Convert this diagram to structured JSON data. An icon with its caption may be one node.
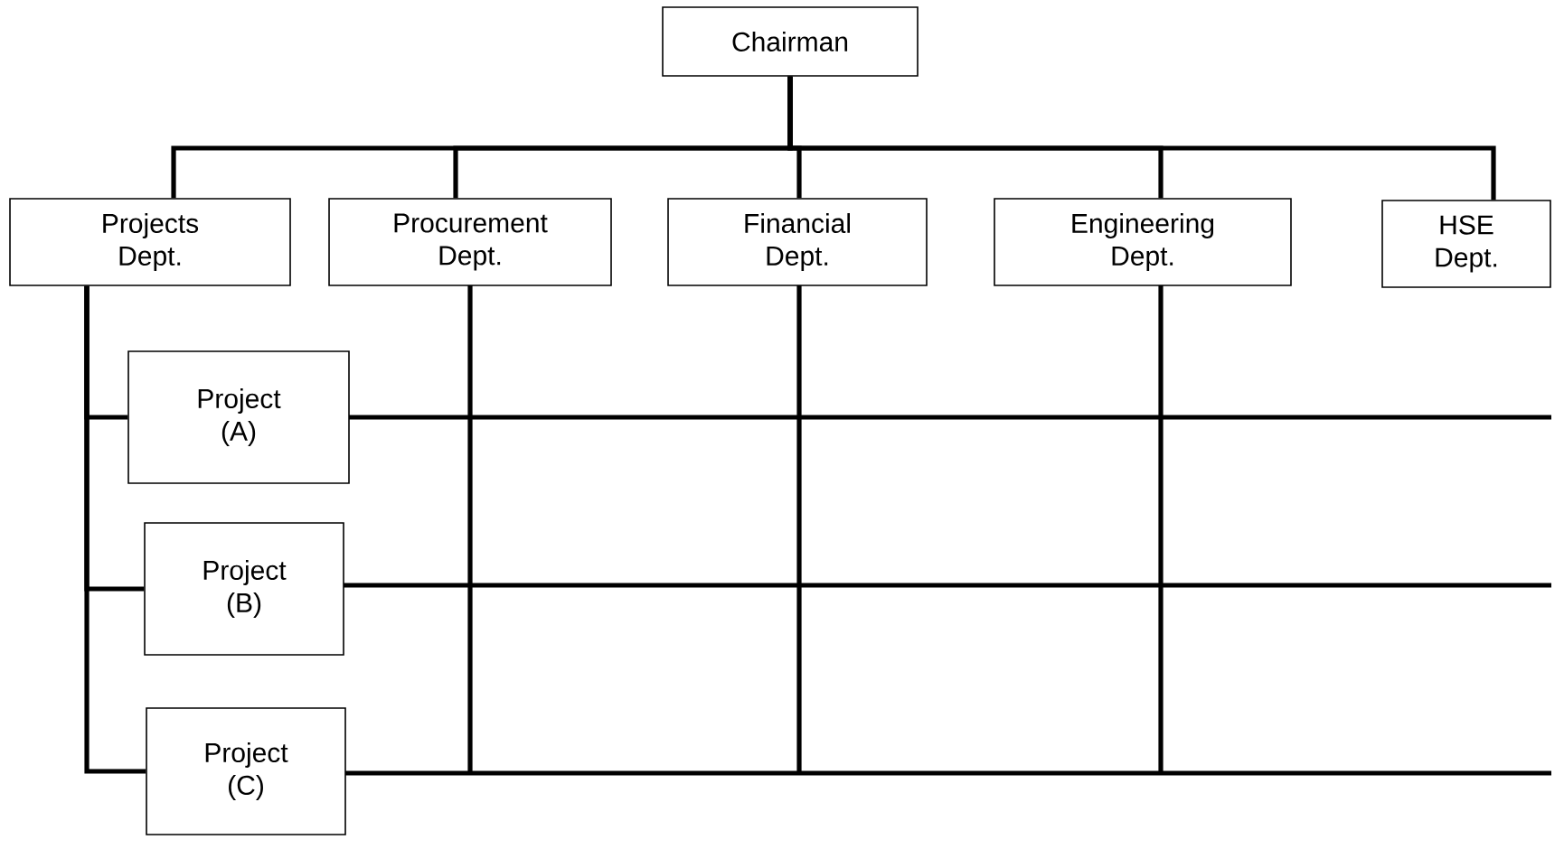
{
  "diagram": {
    "nodes": [
      {
        "text": [
          "Chairman"
        ]
      },
      {
        "text": [
          "Projects Dept."
        ]
      },
      {
        "text": [
          "Procurement Dept."
        ]
      },
      {
        "text": [
          "Financial Dept."
        ]
      },
      {
        "text": [
          "Engineering Dept."
        ]
      },
      {
        "text": [
          "HSE Dept."
        ]
      },
      {
        "text": [
          "Project (A)"
        ]
      },
      {
        "text": [
          "Project (B)"
        ]
      },
      {
        "text": [
          "Project (C)"
        ]
      }
    ],
    "edges": [
      {
        "from": 0,
        "to": 1,
        "arrow": "none"
      },
      {
        "from": 0,
        "to": 2,
        "arrow": "none"
      },
      {
        "from": 0,
        "to": 3,
        "arrow": "none"
      },
      {
        "from": 0,
        "to": 4,
        "arrow": "none"
      },
      {
        "from": 0,
        "to": 5,
        "arrow": "none"
      },
      {
        "from": 1,
        "to": 6,
        "arrow": "none"
      },
      {
        "from": 1,
        "to": 7,
        "arrow": "none"
      },
      {
        "from": 1,
        "to": 8,
        "arrow": "none"
      }
    ]
  }
}
